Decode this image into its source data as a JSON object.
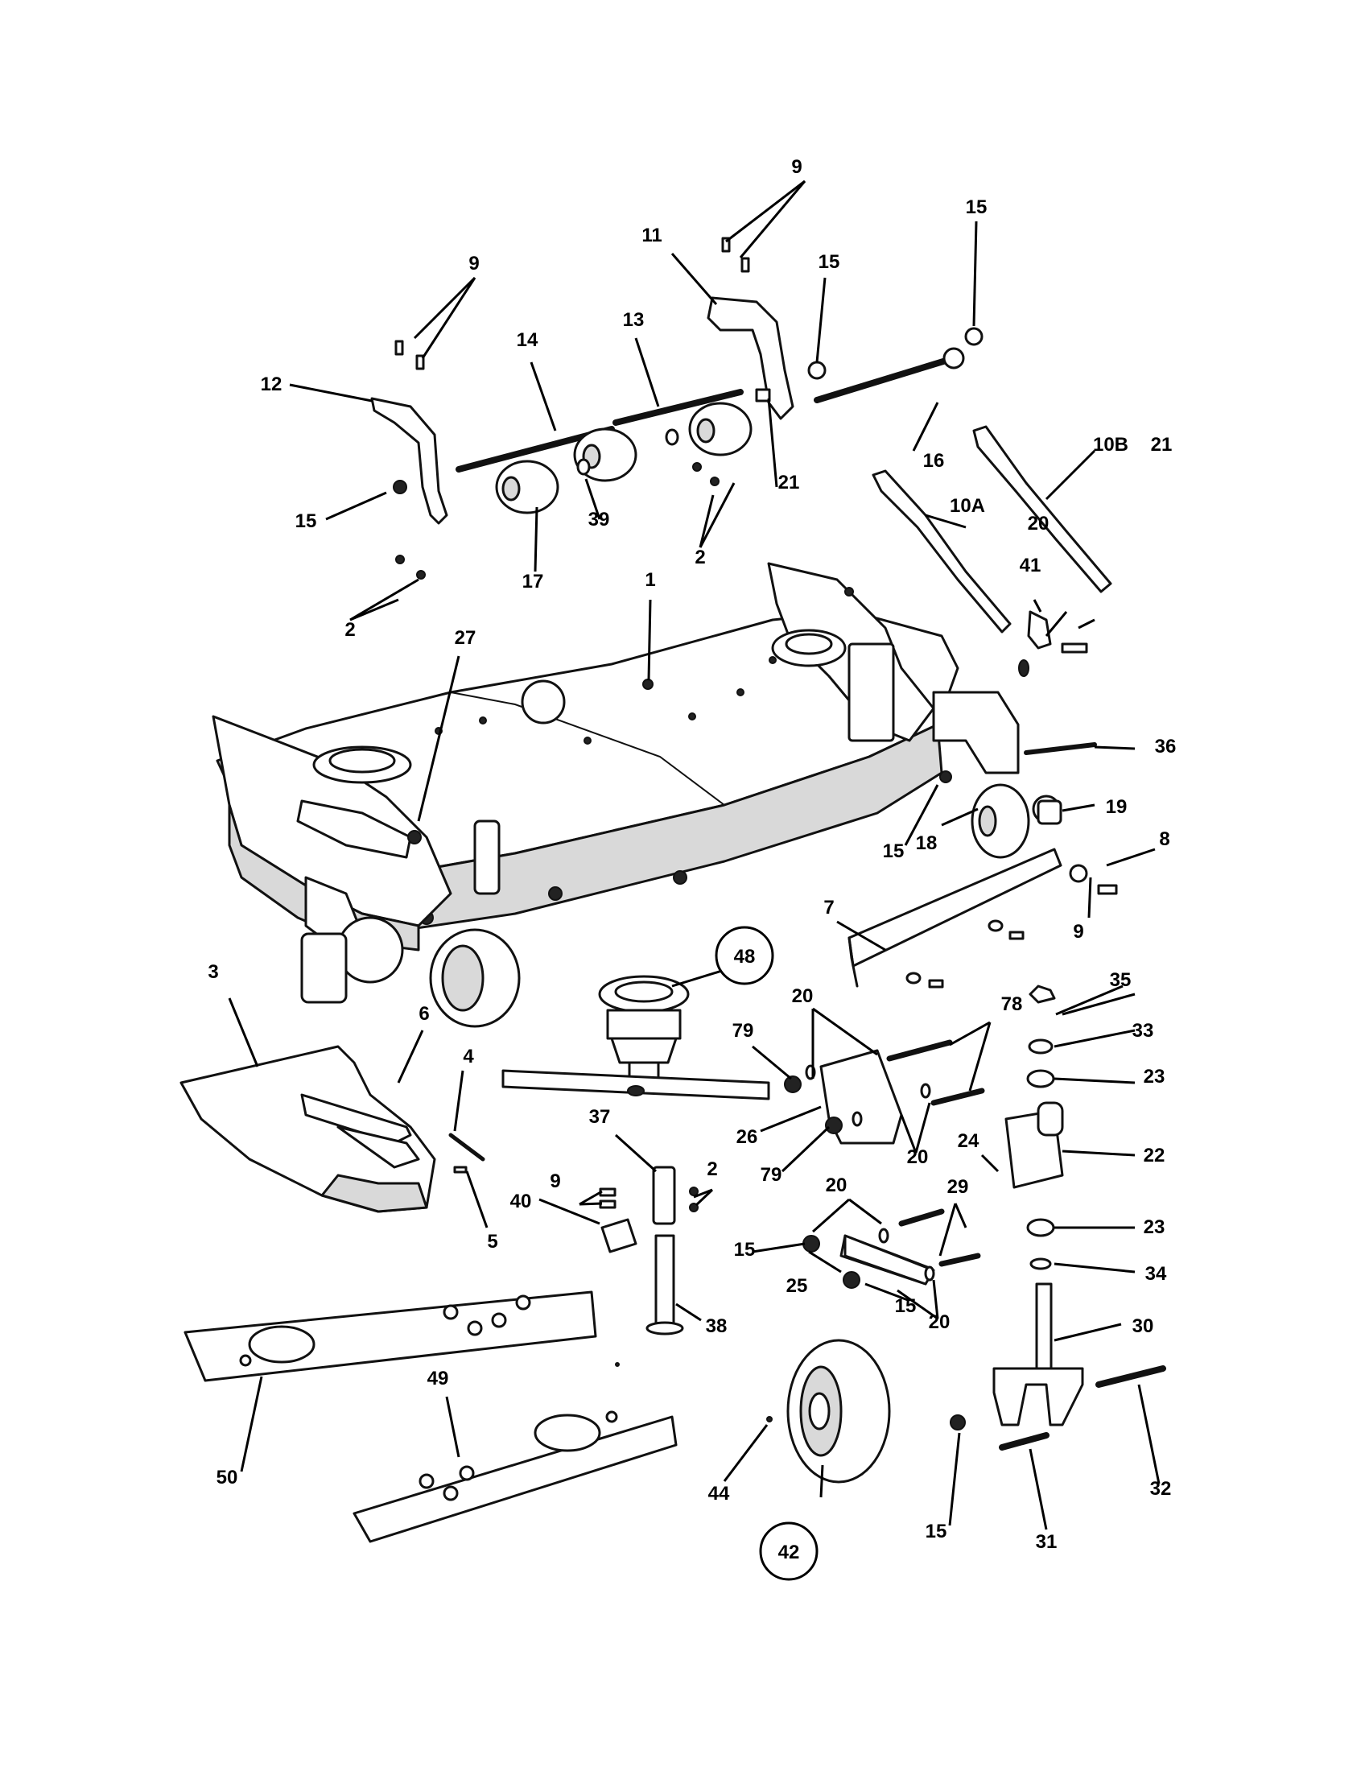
{
  "callouts": [
    {
      "label": "1"
    },
    {
      "label": "2"
    },
    {
      "label": "2"
    },
    {
      "label": "2"
    },
    {
      "label": "3"
    },
    {
      "label": "4"
    },
    {
      "label": "5"
    },
    {
      "label": "6"
    },
    {
      "label": "7"
    },
    {
      "label": "8"
    },
    {
      "label": "9"
    },
    {
      "label": "9"
    },
    {
      "label": "9"
    },
    {
      "label": "9"
    },
    {
      "label": "10A"
    },
    {
      "label": "10B"
    },
    {
      "label": "11"
    },
    {
      "label": "12"
    },
    {
      "label": "13"
    },
    {
      "label": "14"
    },
    {
      "label": "15"
    },
    {
      "label": "15"
    },
    {
      "label": "15"
    },
    {
      "label": "15"
    },
    {
      "label": "15"
    },
    {
      "label": "15"
    },
    {
      "label": "15"
    },
    {
      "label": "16"
    },
    {
      "label": "17"
    },
    {
      "label": "18"
    },
    {
      "label": "19"
    },
    {
      "label": "20"
    },
    {
      "label": "20"
    },
    {
      "label": "20"
    },
    {
      "label": "20"
    },
    {
      "label": "20"
    },
    {
      "label": "21"
    },
    {
      "label": "21"
    },
    {
      "label": "22"
    },
    {
      "label": "23"
    },
    {
      "label": "23"
    },
    {
      "label": "24"
    },
    {
      "label": "25"
    },
    {
      "label": "26"
    },
    {
      "label": "27"
    },
    {
      "label": "29"
    },
    {
      "label": "30"
    },
    {
      "label": "31"
    },
    {
      "label": "32"
    },
    {
      "label": "33"
    },
    {
      "label": "34"
    },
    {
      "label": "35"
    },
    {
      "label": "36"
    },
    {
      "label": "37"
    },
    {
      "label": "38"
    },
    {
      "label": "39"
    },
    {
      "label": "40"
    },
    {
      "label": "41"
    },
    {
      "label": "44"
    },
    {
      "label": "49"
    },
    {
      "label": "50"
    },
    {
      "label": "78"
    },
    {
      "label": "79"
    },
    {
      "label": "79"
    }
  ],
  "circled_callouts": [
    {
      "label": "48"
    },
    {
      "label": "42"
    }
  ]
}
